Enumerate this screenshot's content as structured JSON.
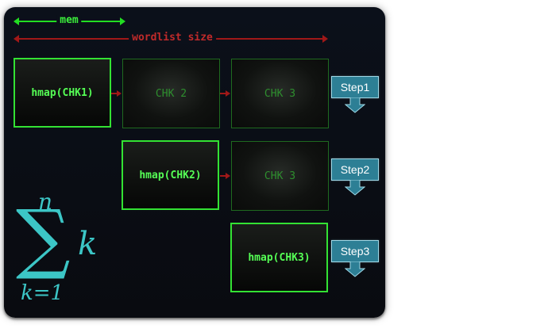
{
  "colors": {
    "panel_bg": "#0b101a",
    "mem_arrow": "#22dd22",
    "wordlist_arrow": "#a01818",
    "active_border": "#33e233",
    "active_text": "#55ff55",
    "dim_border": "#1f6a1f",
    "dim_text": "#2e8f2e",
    "step_fill": "#2d7f95",
    "formula": "#3cc6c6"
  },
  "labels": {
    "mem": "mem",
    "wordlist_size": "wordlist size"
  },
  "rows": [
    {
      "boxes": [
        {
          "label": "hmap(CHK1)",
          "state": "active"
        },
        {
          "label": "CHK 2",
          "state": "dim"
        },
        {
          "label": "CHK 3",
          "state": "dim"
        }
      ],
      "step": "Step1"
    },
    {
      "boxes": [
        {
          "label": "hmap(CHK2)",
          "state": "active"
        },
        {
          "label": "CHK 3",
          "state": "dim"
        }
      ],
      "step": "Step2"
    },
    {
      "boxes": [
        {
          "label": "hmap(CHK3)",
          "state": "active"
        }
      ],
      "step": "Step3"
    }
  ],
  "formula": {
    "upper": "n",
    "symbol": "∑",
    "term": "k",
    "lower": "k=1"
  }
}
